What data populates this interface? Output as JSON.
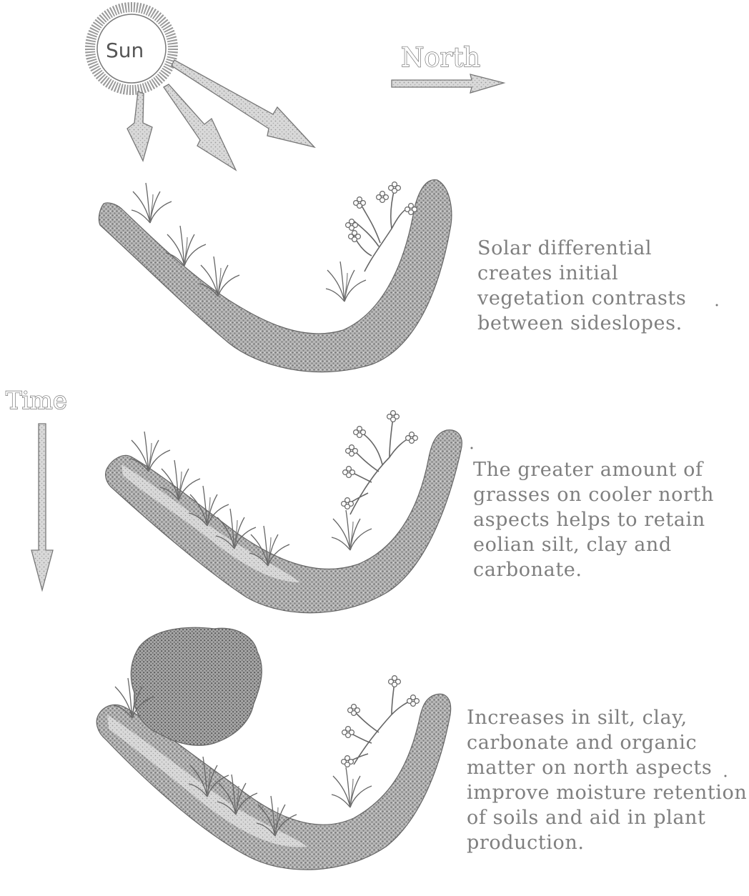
{
  "labels": {
    "sun": "Sun",
    "north": "North",
    "time": "Time"
  },
  "captions": [
    {
      "lines": [
        "Solar  differential",
        "creates initial",
        "vegetation contrasts",
        "between  sideslopes."
      ]
    },
    {
      "lines": [
        "The greater amount of",
        "grasses on cooler north",
        "aspects helps to retain",
        "eolian silt, clay and",
        "carbonate."
      ]
    },
    {
      "lines": [
        "Increases in silt, clay,",
        "carbonate and organic",
        "matter on north aspects",
        "improve moisture retention",
        "of soils and aid in plant",
        "production."
      ]
    }
  ]
}
